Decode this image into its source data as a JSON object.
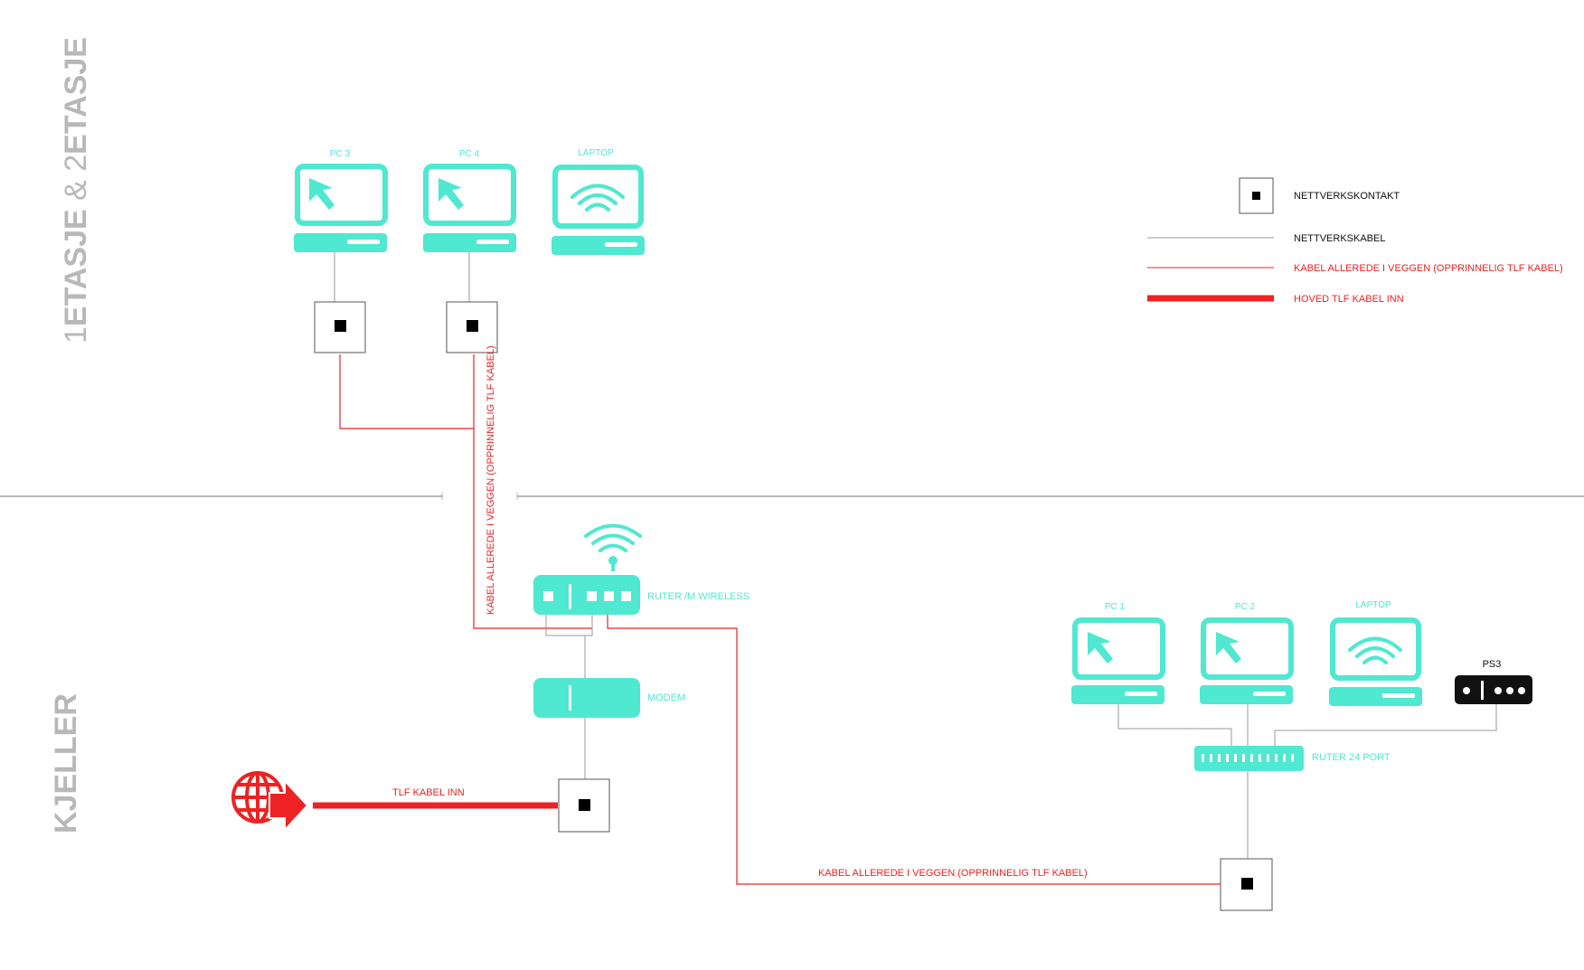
{
  "floors": {
    "upper_bold_1": "1",
    "upper_word_1": "ETASJE",
    "upper_amp": " & ",
    "upper_bold_2": "2",
    "upper_word_2": "ETASJE",
    "lower": "KJELLER"
  },
  "legend": {
    "outlet": "NETTVERKSKONTAKT",
    "network_cable": "NETTVERKSKABEL",
    "wall_cable": "KABEL ALLEREDE I VEGGEN (OPPRINNELIG TLF KABEL)",
    "main_phone_cable": "HOVED TLF KABEL INN"
  },
  "devices": {
    "pc3": "PC 3",
    "pc4": "PC 4",
    "laptop_upper": "LAPTOP",
    "router_wireless": "RUTER /M WIRELESS",
    "modem": "MODEM",
    "pc1": "PC 1",
    "pc2": "PC 2",
    "laptop_lower": "LAPTOP",
    "ps3": "PS3",
    "router_24": "RUTER 24 PORT"
  },
  "cables": {
    "vertical_wall_cable": "KABEL ALLEREDE I VEGGEN (OPPRINNELIG TLF KABEL)",
    "bottom_wall_cable": "KABEL ALLEREDE I VEGGEN (OPPRINNELIG TLF KABEL)",
    "phone_in": "TLF KABEL INN"
  },
  "colors": {
    "device": "#4fe8d0",
    "red": "#ee2222",
    "cable_gray": "#999999",
    "floor_text": "#b8b8b8"
  }
}
